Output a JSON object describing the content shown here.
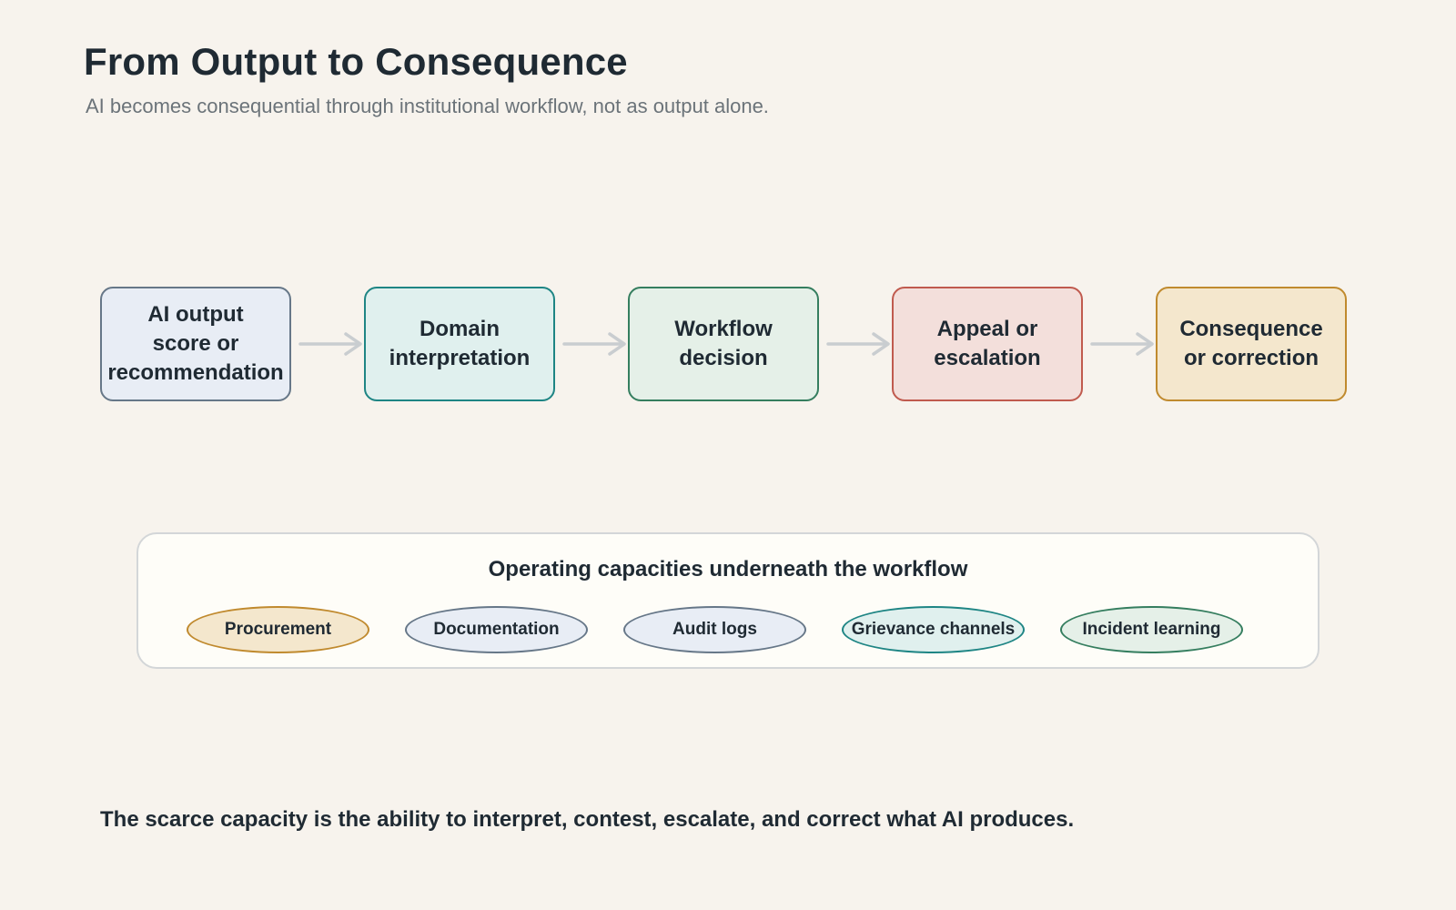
{
  "header": {
    "title": "From Output to Consequence",
    "subtitle": "AI becomes consequential through institutional workflow, not as output alone."
  },
  "flow": {
    "steps": [
      {
        "label": "AI output\nscore or\nrecommendation",
        "border": "#667788",
        "fill": "#e8edf5"
      },
      {
        "label": "Domain\ninterpretation",
        "border": "#1e8584",
        "fill": "#e0f0ee"
      },
      {
        "label": "Workflow\ndecision",
        "border": "#357e5f",
        "fill": "#e5f0e8"
      },
      {
        "label": "Appeal or\nescalation",
        "border": "#c05a4e",
        "fill": "#f3dfdb"
      },
      {
        "label": "Consequence\nor correction",
        "border": "#c08a2e",
        "fill": "#f4e7cd"
      }
    ],
    "arrow_color": "#c9cdd0"
  },
  "capacities": {
    "title": "Operating capacities underneath the workflow",
    "items": [
      {
        "label": "Procurement",
        "border": "#c08a2e",
        "fill": "#f4e7cd"
      },
      {
        "label": "Documentation",
        "border": "#667788",
        "fill": "#e8edf5"
      },
      {
        "label": "Audit logs",
        "border": "#667788",
        "fill": "#e8edf5"
      },
      {
        "label": "Grievance channels",
        "border": "#1e8584",
        "fill": "#e0f0ee"
      },
      {
        "label": "Incident learning",
        "border": "#357e5f",
        "fill": "#e5f0e8"
      }
    ]
  },
  "footer": {
    "conclusion": "The scarce capacity is the ability to interpret, contest, escalate, and correct what AI produces."
  }
}
